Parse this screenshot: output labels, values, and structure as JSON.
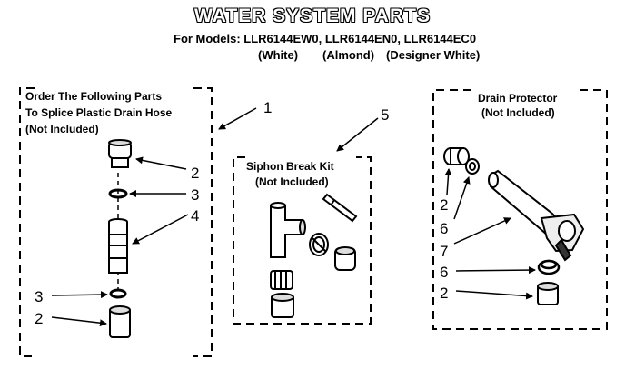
{
  "title": "WATER SYSTEM PARTS",
  "models_line": "For Models: LLR6144EW0, LLR6144EN0, LLR6144EC0",
  "model_colors": [
    "(White)",
    "(Almond)",
    "(Designer White)"
  ],
  "groups": {
    "splice": {
      "lines": [
        "Order The Following Parts",
        "To Splice Plastic Drain Hose",
        "(Not Included)"
      ]
    },
    "siphon": {
      "lines": [
        "Siphon Break Kit",
        "(Not Included)"
      ]
    },
    "drain": {
      "lines": [
        "Drain Protector",
        "(Not Included)"
      ]
    }
  },
  "callouts": {
    "group_splice": "1",
    "group_siphon": "5",
    "splice_top_2": "2",
    "splice_top_3": "3",
    "splice_4": "4",
    "splice_bottom_3": "3",
    "splice_bottom_2": "2",
    "drain_2a": "2",
    "drain_6a": "6",
    "drain_7": "7",
    "drain_6b": "6",
    "drain_2b": "2"
  }
}
